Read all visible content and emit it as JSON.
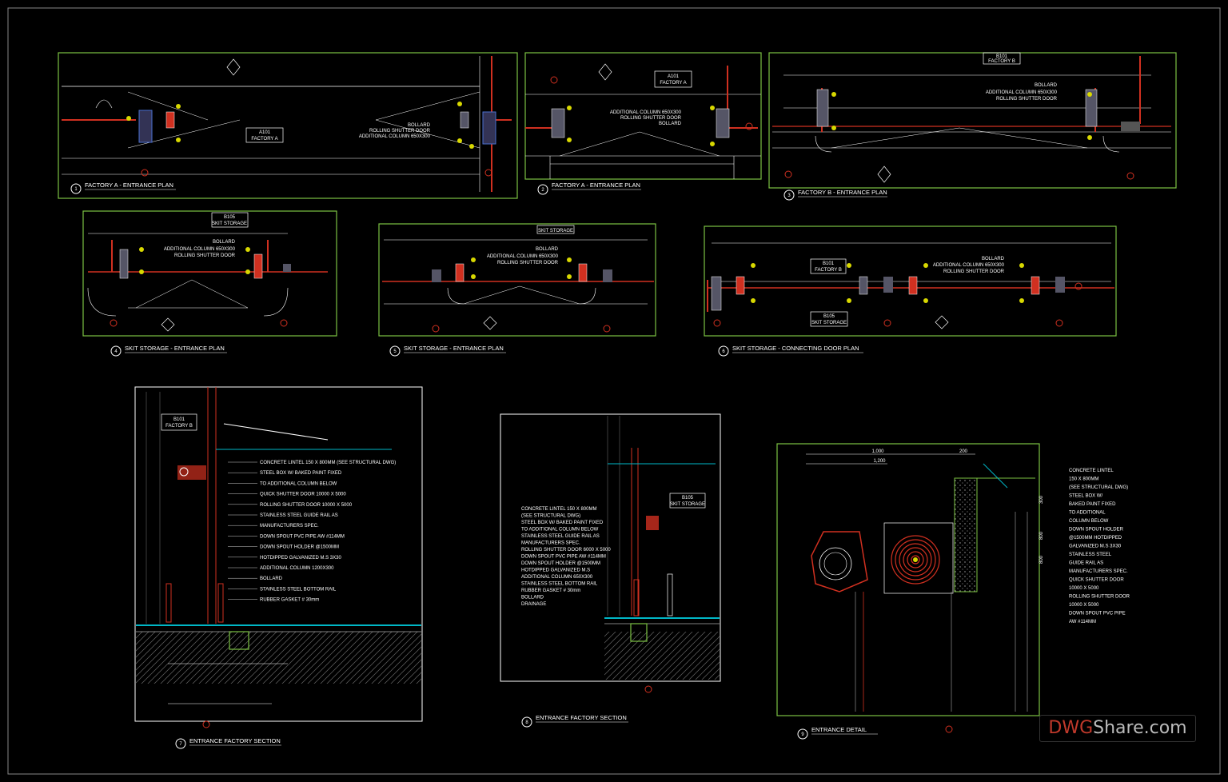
{
  "colors": {
    "frame": "#7cc242",
    "wall": "#d03020",
    "bollard": "#d8d800",
    "line": "#ffffff",
    "accent": "#00b7c7"
  },
  "drawings": [
    {
      "num": "1",
      "title": "FACTORY A - ENTRANCE PLAN"
    },
    {
      "num": "2",
      "title": "FACTORY A - ENTRANCE PLAN"
    },
    {
      "num": "3",
      "title": "FACTORY B - ENTRANCE PLAN"
    },
    {
      "num": "4",
      "title": "SKIT STORAGE - ENTRANCE PLAN"
    },
    {
      "num": "5",
      "title": "SKIT STORAGE - ENTRANCE PLAN"
    },
    {
      "num": "6",
      "title": "SKIT STORAGE - CONNECTING DOOR PLAN"
    },
    {
      "num": "7",
      "title": "ENTRANCE FACTORY SECTION"
    },
    {
      "num": "8",
      "title": "ENTRANCE FACTORY SECTION"
    },
    {
      "num": "9",
      "title": "ENTRANCE DETAIL"
    }
  ],
  "rooms": {
    "a101": {
      "code": "A101",
      "name": "FACTORY A"
    },
    "b101": {
      "code": "B101",
      "name": "FACTORY B"
    },
    "b105": {
      "code": "B105",
      "name": "SKIT STORAGE"
    }
  },
  "plan_labels": {
    "bollard": "BOLLARD",
    "shutter": "ROLLING SHUTTER DOOR",
    "column": "ADDITIONAL COLUMN 650X300"
  },
  "sec7_notes": [
    "CONCRETE LINTEL 150 X 800MM (SEE STRUCTURAL DWG)",
    "STEEL BOX W/ BAKED PAINT FIXED",
    "TO ADDITIONAL COLUMN BELOW",
    "QUICK SHUTTER DOOR 10000 X 5000",
    "ROLLING SHUTTER DOOR 10000 X 5000",
    "STAINLESS STEEL GUIDE RAIL AS",
    "MANUFACTURERS SPEC.",
    "DOWN SPOUT PVC PIPE AW #114MM",
    "DOWN SPOUT HOLDER @1500MM",
    "HOTDIPPED GALVANIZED M.S 3X30",
    "ADDITIONAL COLUMN 1200X300",
    "BOLLARD",
    "STAINLESS STEEL BOTTOM RAIL",
    "RUBBER GASKET # 30mm"
  ],
  "sec8_notes": [
    "CONCRETE LINTEL 150 X 800MM",
    "(SEE STRUCTURAL DWG)",
    "STEEL BOX W/ BAKED PAINT FIXED",
    "TO ADDITIONAL COLUMN BELOW",
    "STAINLESS STEEL GUIDE RAIL AS",
    "MANUFACTURERS SPEC.",
    "ROLLING SHUTTER DOOR 6000 X 5000",
    "DOWN SPOUT PVC PIPE AW #114MM",
    "DOWN SPOUT HOLDER @1500MM",
    "HOTDIPPED GALVANIZED M.S",
    "ADDITIONAL COLUMN 650X300",
    "STAINLESS STEEL BOTTOM RAIL",
    "RUBBER GASKET # 30mm",
    "BOLLARD",
    "DRAINAGE"
  ],
  "detail_notes": [
    "CONCRETE LINTEL",
    "150 X 800MM",
    "(SEE STRUCTURAL DWG)",
    "STEEL BOX W/",
    "BAKED PAINT FIXED",
    "TO ADDITIONAL",
    "COLUMN BELOW",
    "DOWN SPOUT HOLDER",
    "@1500MM HOTDIPPED",
    "GALVANIZED M.S 3X30",
    "STAINLESS STEEL",
    "GUIDE RAIL AS",
    "MANUFACTURERS SPEC.",
    "QUICK SHUTTER DOOR",
    "10000 X 5000",
    "ROLLING SHUTTER DOOR",
    "10000 X 5000",
    "DOWN SPOUT PVC PIPE",
    "AW #114MM"
  ],
  "detail_dims": {
    "d1": "1,000",
    "d2": "1,200",
    "d3": "200",
    "d4": "300",
    "d5": "800",
    "d6": "800"
  },
  "watermark": {
    "a": "DWG",
    "b": "Share.com"
  }
}
